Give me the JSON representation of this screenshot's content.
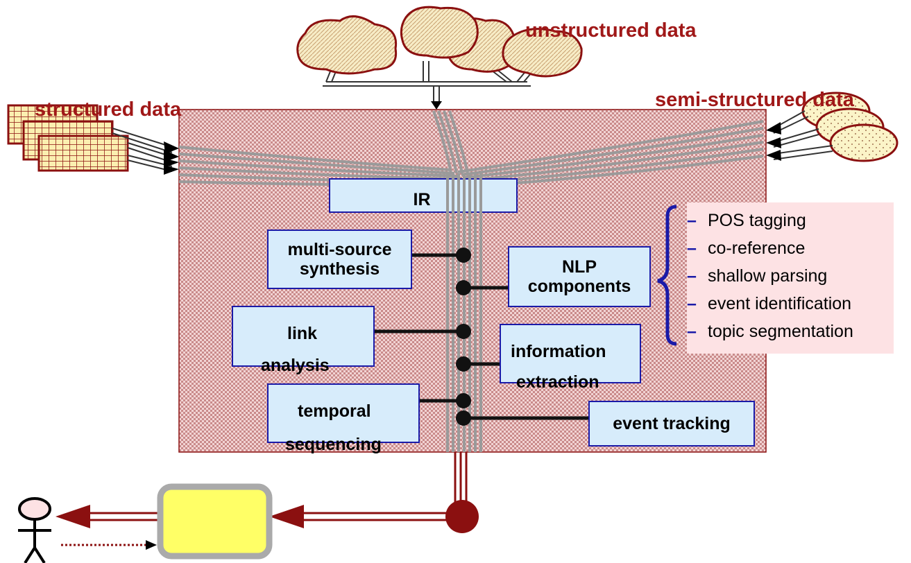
{
  "sources": {
    "unstructured": "unstructured data",
    "structured": "structured data",
    "semi_structured": "semi-structured data"
  },
  "modules": {
    "ir": "IR",
    "multi_source_l1": "multi-source",
    "multi_source_l2": "synthesis",
    "link_l1": "link",
    "link_l2": "analysis",
    "temporal_l1": "temporal",
    "temporal_l2": "sequencing",
    "nlp_l1": "NLP",
    "nlp_l2": "components",
    "ie_l1": "information",
    "ie_l2": "extraction",
    "event_tracking": "event tracking"
  },
  "nlp_components": [
    "POS tagging",
    "co-reference",
    "shallow parsing",
    "event identification",
    "topic segmentation"
  ],
  "colors": {
    "dark_red": "#8b1010",
    "blue": "#1a1aa8",
    "box_fill": "#d7ecfb",
    "panel_fill": "#fde2e4",
    "output_fill": "#ffff66"
  }
}
